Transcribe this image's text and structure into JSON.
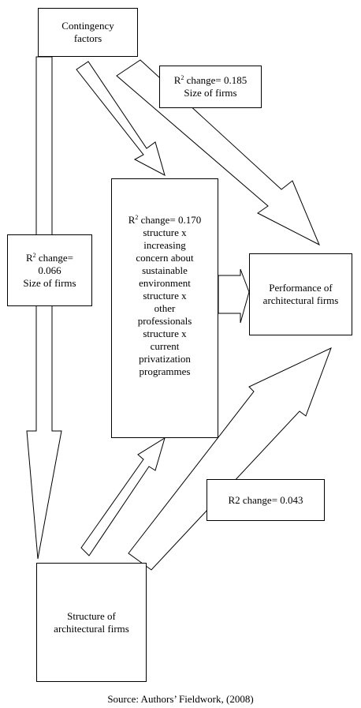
{
  "nodes": {
    "contingency": [
      "Contingency",
      "factors"
    ],
    "performance": [
      "Performance of",
      "architectural firms"
    ],
    "structure": [
      "Structure of",
      "architectural firms"
    ],
    "interaction": [
      "change= 0.170",
      "structure x",
      "increasing",
      "concern about",
      "sustainable",
      "environment",
      "structure x",
      "other",
      "professionals",
      "structure x",
      "current",
      "privatization",
      "programmes"
    ]
  },
  "labels": {
    "size_185": [
      "change= 0.185",
      "Size of firms"
    ],
    "size_066": [
      "change=",
      "0.066",
      "Size of firms"
    ],
    "r2_043": "R2 change= 0.043"
  },
  "r_symbol": "R",
  "sup_two": "2",
  "source": "Source: Authors’ Fieldwork, (2008)",
  "colors": {
    "stroke": "#000000",
    "fill": "#ffffff"
  }
}
